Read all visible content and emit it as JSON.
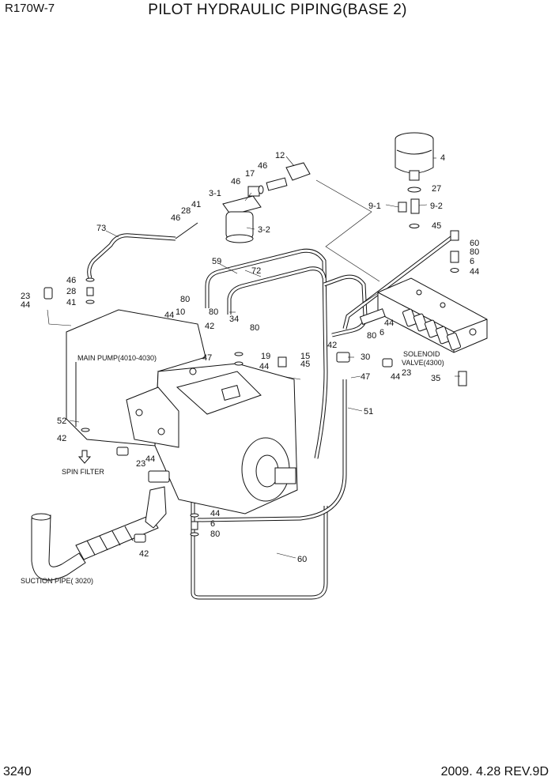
{
  "header": {
    "model": "R170W-7",
    "title": "PILOT HYDRAULIC PIPING(BASE 2)"
  },
  "footer": {
    "page_number": "3240",
    "revision": "2009. 4.28  REV.9D"
  },
  "labels": {
    "main_pump": "MAIN PUMP(4010-4030)",
    "solenoid_valve_line1": "SOLENOID",
    "solenoid_valve_line2": "VALVE(4300)",
    "spin_filter": "SPIN FILTER",
    "suction_pipe": "SUCTION PIPE( 3020)"
  },
  "part_numbers": {
    "p12": "12",
    "p46a": "46",
    "p17": "17",
    "p46b": "46",
    "p4": "4",
    "p3_1": "3-1",
    "p41": "41",
    "p28a": "28",
    "p46c": "46",
    "p3_2": "3-2",
    "p27": "27",
    "p9_1": "9-1",
    "p9_2": "9-2",
    "p45a": "45",
    "p73": "73",
    "p60a": "60",
    "p80a": "80",
    "p6a": "6",
    "p44a": "44",
    "p59": "59",
    "p72": "72",
    "p46d": "46",
    "p28b": "28",
    "p23a": "23",
    "p44b": "44",
    "p41b": "41",
    "p80b": "80",
    "p44c": "44",
    "p10": "10",
    "p80c": "80",
    "p42a": "42",
    "p34": "34",
    "p80d": "80",
    "p47a": "47",
    "p19": "19",
    "p44d": "44",
    "p15": "15",
    "p45b": "45",
    "p42b": "42",
    "p30": "30",
    "p80e": "80",
    "p6b": "6",
    "p44e": "44",
    "p23b": "23",
    "p44f": "44",
    "p35": "35",
    "p47b": "47",
    "p51": "51",
    "p52": "52",
    "p42c": "42",
    "p23c": "23",
    "p44g": "44",
    "p44h": "44",
    "p6c": "6",
    "p80f": "80",
    "p42d": "42",
    "p60b": "60"
  }
}
